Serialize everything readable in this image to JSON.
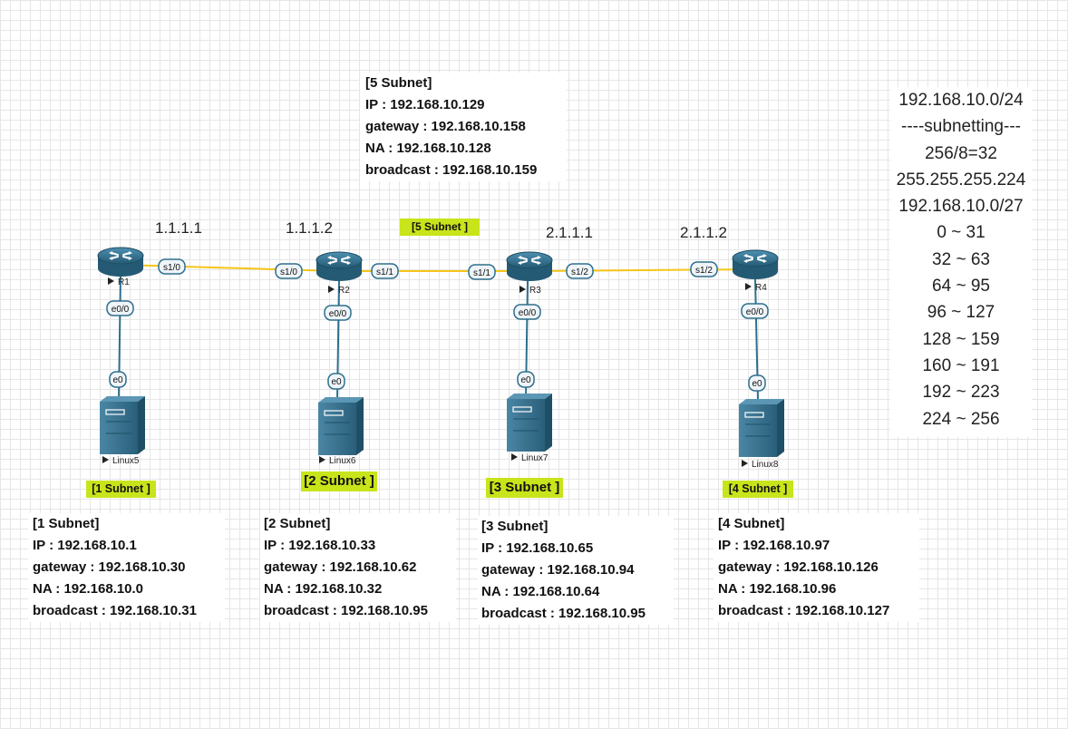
{
  "subnet_tags": {
    "s1": "[1 Subnet ]",
    "s2": "[2 Subnet ]",
    "s3": "[3 Subnet ]",
    "s4": "[4 Subnet ]",
    "s5": "[5 Subnet ]"
  },
  "link_ips": {
    "r1": "1.1.1.1",
    "r2": "1.1.1.2",
    "r3": "2.1.1.1",
    "r4": "2.1.1.2"
  },
  "routers": [
    {
      "name": "R1",
      "interfaces": [
        "s1/0",
        "e0/0"
      ]
    },
    {
      "name": "R2",
      "interfaces": [
        "s1/0",
        "s1/1",
        "e0/0"
      ]
    },
    {
      "name": "R3",
      "interfaces": [
        "s1/1",
        "s1/2",
        "e0/0"
      ]
    },
    {
      "name": "R4",
      "interfaces": [
        "s1/2",
        "e0/0"
      ]
    }
  ],
  "hosts": [
    {
      "name": "Linux5",
      "interface": "e0"
    },
    {
      "name": "Linux6",
      "interface": "e0"
    },
    {
      "name": "Linux7",
      "interface": "e0"
    },
    {
      "name": "Linux8",
      "interface": "e0"
    }
  ],
  "subnet_boxes": {
    "s5": {
      "title": "[5 Subnet]",
      "ip": "IP : 192.168.10.129",
      "gateway": "gateway : 192.168.10.158",
      "na": "NA : 192.168.10.128",
      "broadcast": "broadcast : 192.168.10.159"
    },
    "s1": {
      "title": "[1 Subnet]",
      "ip": "IP : 192.168.10.1",
      "gateway": "gateway : 192.168.10.30",
      "na": "NA : 192.168.10.0",
      "broadcast": "broadcast : 192.168.10.31"
    },
    "s2": {
      "title": "[2 Subnet]",
      "ip": "IP : 192.168.10.33",
      "gateway": "gateway : 192.168.10.62",
      "na": "NA : 192.168.10.32",
      "broadcast": "broadcast : 192.168.10.95"
    },
    "s3": {
      "title": "[3 Subnet]",
      "ip": "IP : 192.168.10.65",
      "gateway": "gateway : 192.168.10.94",
      "na": "NA : 192.168.10.64",
      "broadcast": "broadcast : 192.168.10.95"
    },
    "s4": {
      "title": "[4 Subnet]",
      "ip": "IP : 192.168.10.97",
      "gateway": "gateway : 192.168.10.126",
      "na": "NA : 192.168.10.96",
      "broadcast": "broadcast : 192.168.10.127"
    }
  },
  "subnetting": {
    "lines": [
      "192.168.10.0/24",
      "----subnetting---",
      "256/8=32",
      "255.255.255.224",
      "192.168.10.0/27",
      "0 ~ 31",
      "32 ~ 63",
      "64 ~ 95",
      "96 ~ 127",
      "128 ~ 159",
      "160 ~ 191",
      "192 ~ 223",
      "224 ~ 256"
    ]
  },
  "colors": {
    "serial_link": "#f5c518",
    "ethernet_link": "#2e6f8e",
    "router_body": "#2f6e8c",
    "server_body": "#326a86",
    "iface_border": "#2e6f8e",
    "subnet_tag_bg": "#c8e41a"
  }
}
